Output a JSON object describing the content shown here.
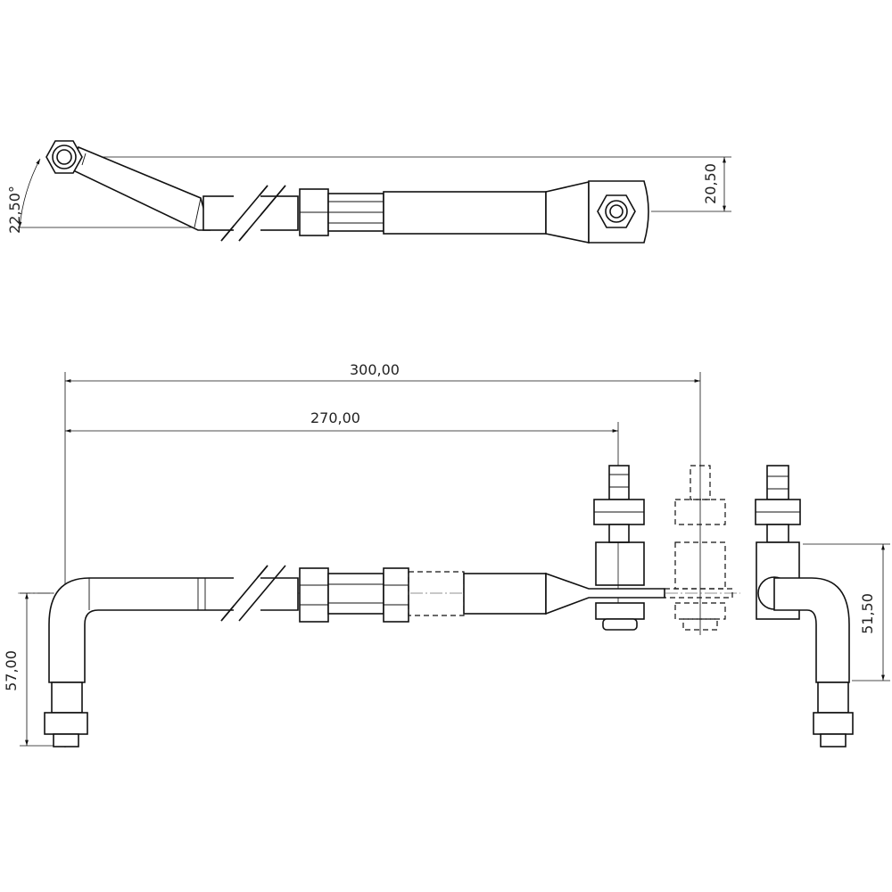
{
  "dimensions": {
    "angle": "22,50°",
    "offset_top": "20,50",
    "length_300": "300,00",
    "length_270": "270,00",
    "height_left": "57,00",
    "height_right": "51,50"
  }
}
